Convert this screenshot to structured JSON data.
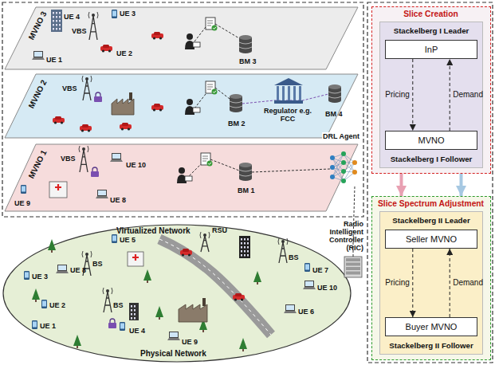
{
  "diagram": {
    "nodes": [
      {
        "text": [
          "MVNO 3"
        ]
      },
      {
        "text": [
          "MVNO 2"
        ]
      },
      {
        "text": [
          "MVNO 1"
        ]
      },
      {
        "text": [
          "Slice Creation"
        ]
      },
      {
        "text": [
          "Stackelberg I Leader",
          "Stackelberg I Follower"
        ],
        "in": 3
      },
      {
        "text": [
          "InP"
        ],
        "in": 4
      },
      {
        "text": [
          "MVNO"
        ],
        "in": 4
      },
      {
        "text": [
          "Slice Spectrum Adjustment"
        ]
      },
      {
        "text": [
          "Stackelberg II Leader",
          "Stackelberg II Follower"
        ],
        "in": 7
      },
      {
        "text": [
          "Seller MVNO"
        ],
        "in": 8
      },
      {
        "text": [
          "Buyer MVNO"
        ],
        "in": 8
      }
    ],
    "edges": [
      {
        "from": 5,
        "to": 6,
        "label": "Pricing",
        "arrow": "to"
      },
      {
        "from": 6,
        "to": 5,
        "label": "Demand",
        "arrow": "to"
      },
      {
        "from": 9,
        "to": 10,
        "label": "Pricing",
        "arrow": "to"
      },
      {
        "from": 10,
        "to": 9,
        "label": "Demand",
        "arrow": "to"
      },
      {
        "from": 3,
        "to": 7,
        "arrow": "to"
      },
      {
        "from": 3,
        "to": 7,
        "arrow": "to"
      }
    ],
    "labels": [
      "UE 4",
      "UE 3",
      "VBS",
      "UE 1",
      "UE 2",
      "BM 3",
      "VBS",
      "BM 2",
      "Regulator e.g. FCC",
      "BM 4",
      "DRL Agent",
      "VBS",
      "UE 10",
      "UE 9",
      "UE 8",
      "BM 1",
      "Radio Intelligent Controller (RIC)",
      "Virtualized Network",
      "UE 5",
      "UE 3",
      "UE 8",
      "BS",
      "RSU",
      "UE 2",
      "UE 1",
      "UE 4",
      "BS",
      "UE 9",
      "BS",
      "UE 7",
      "UE 10",
      "UE 6",
      "Physical Network"
    ]
  }
}
